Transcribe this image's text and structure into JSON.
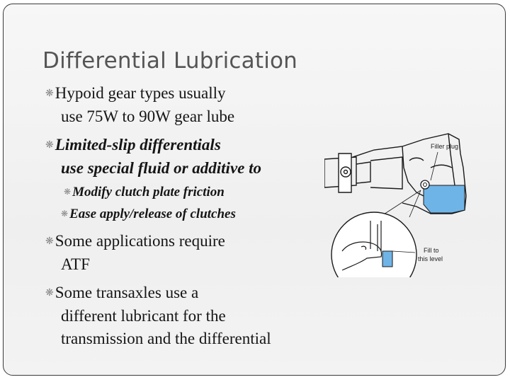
{
  "slide": {
    "title": "Differential Lubrication",
    "bullets": [
      {
        "line1": "Hypoid gear types usually",
        "line2": "use 75W to 90W gear lube"
      },
      {
        "line1": "Limited-slip differentials",
        "line2": "use special fluid or additive to"
      },
      {
        "text": "Modify clutch plate friction"
      },
      {
        "text": "Ease apply/release of clutches"
      },
      {
        "line1": "Some applications require",
        "line2": "ATF"
      },
      {
        "line1": "Some transaxles use a",
        "line2": "different lubricant for the",
        "line3": "transmission and the differential"
      }
    ],
    "illustration": {
      "filler_plug_label": "Filler plug",
      "fill_label_line1": "Fill to",
      "fill_label_line2": "this level"
    },
    "colors": {
      "title": "#555555",
      "text": "#151515",
      "fluid": "#6fb4e6",
      "bullet": "#8a8a8a"
    }
  }
}
